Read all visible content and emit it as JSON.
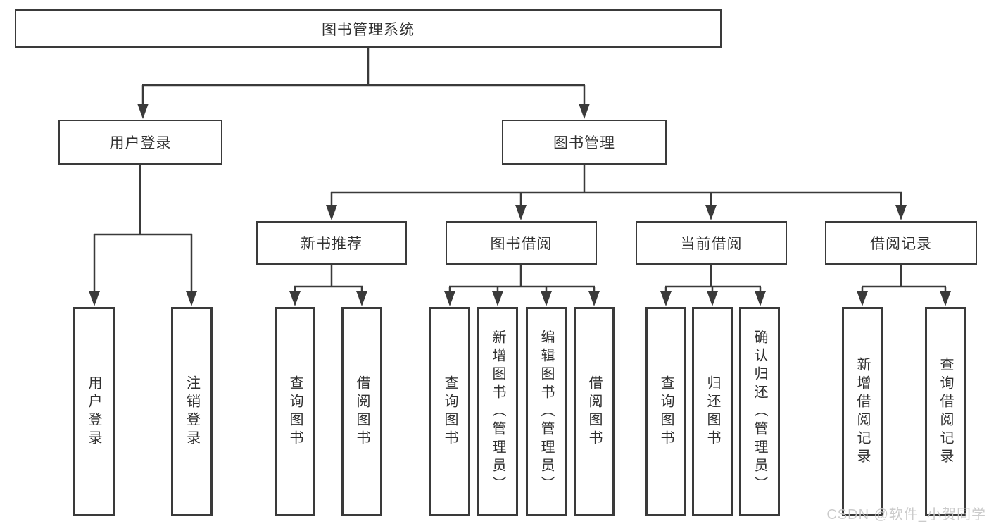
{
  "diagram_title": "图书管理系统",
  "tree": {
    "root": {
      "label": "图书管理系统"
    },
    "level2": [
      {
        "label": "用户登录",
        "children": [
          {
            "label": "用户登录"
          },
          {
            "label": "注销登录"
          }
        ]
      },
      {
        "label": "图书管理",
        "children": [
          {
            "label": "新书推荐",
            "children": [
              {
                "label": "查询图书"
              },
              {
                "label": "借阅图书"
              }
            ]
          },
          {
            "label": "图书借阅",
            "children": [
              {
                "label": "查询图书"
              },
              {
                "label": "新增图书（管理员）"
              },
              {
                "label": "编辑图书（管理员）"
              },
              {
                "label": "借阅图书"
              }
            ]
          },
          {
            "label": "当前借阅",
            "children": [
              {
                "label": "查询图书"
              },
              {
                "label": "归还图书"
              },
              {
                "label": "确认归还（管理员）"
              }
            ]
          },
          {
            "label": "借阅记录",
            "children": [
              {
                "label": "新增借阅记录"
              },
              {
                "label": "查询借阅记录"
              }
            ]
          }
        ]
      }
    ]
  },
  "watermark": {
    "text": "CSDN @软件_小贺同学"
  },
  "colors": {
    "line": "#3a3a3a",
    "box_border": "#3a3a3a",
    "text": "#303030",
    "background": "#ffffff",
    "watermark": "#c7c7c7"
  }
}
